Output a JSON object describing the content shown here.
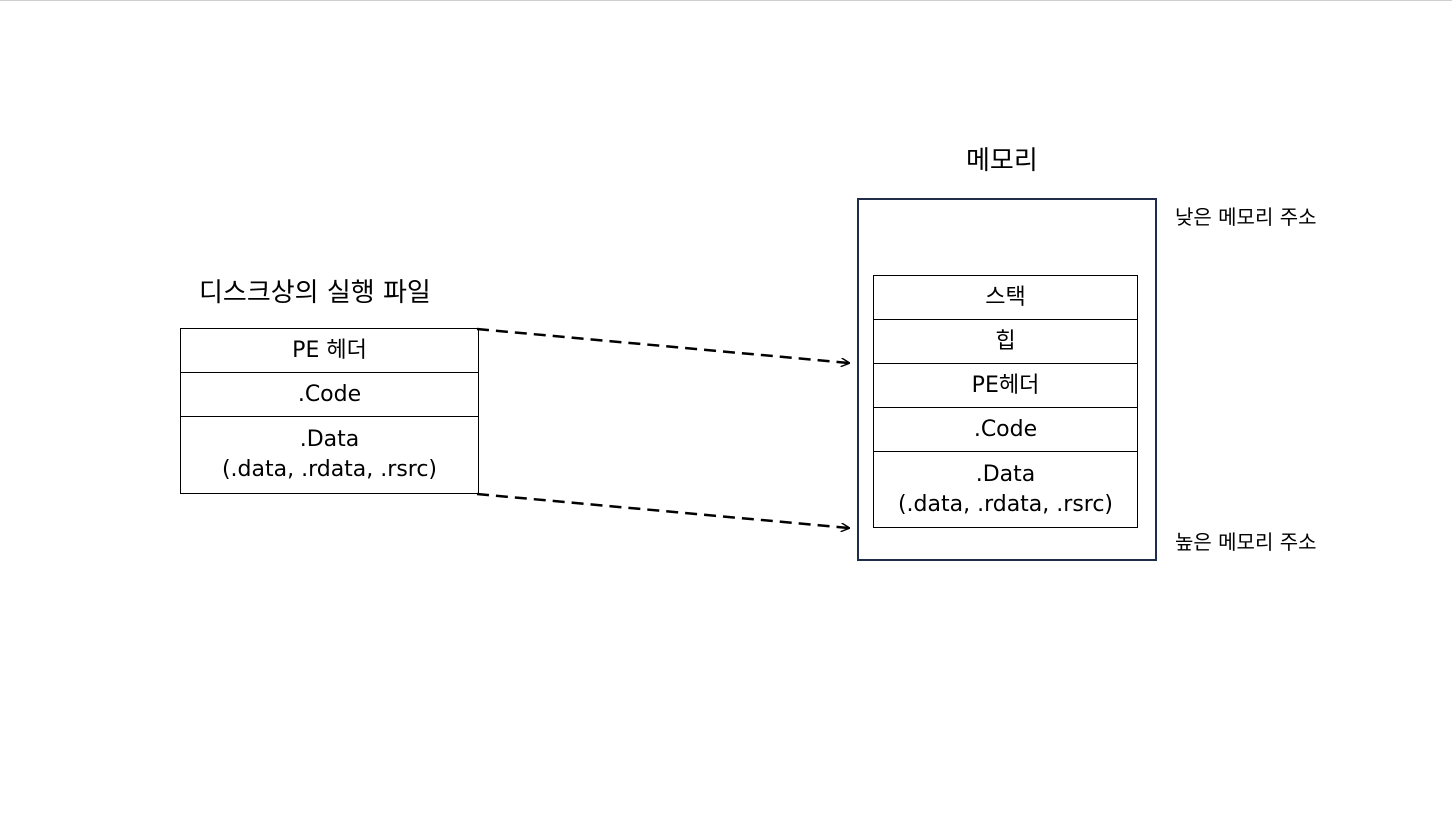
{
  "disk": {
    "title": "디스크상의 실행 파일",
    "sections": [
      {
        "line1": "PE 헤더",
        "line2": ""
      },
      {
        "line1": ".Code",
        "line2": ""
      },
      {
        "line1": ".Data",
        "line2": "(.data, .rdata, .rsrc)"
      }
    ]
  },
  "memory": {
    "title": "메모리",
    "low_address_label": "낮은 메모리 주소",
    "high_address_label": "높은 메모리 주소",
    "sections": [
      {
        "line1": "스택",
        "line2": ""
      },
      {
        "line1": "힙",
        "line2": ""
      },
      {
        "line1": "PE헤더",
        "line2": ""
      },
      {
        "line1": ".Code",
        "line2": ""
      },
      {
        "line1": ".Data",
        "line2": "(.data, .rdata, .rsrc)"
      }
    ]
  },
  "colors": {
    "memory_border": "#1f2d4a",
    "lines": "#000000"
  }
}
